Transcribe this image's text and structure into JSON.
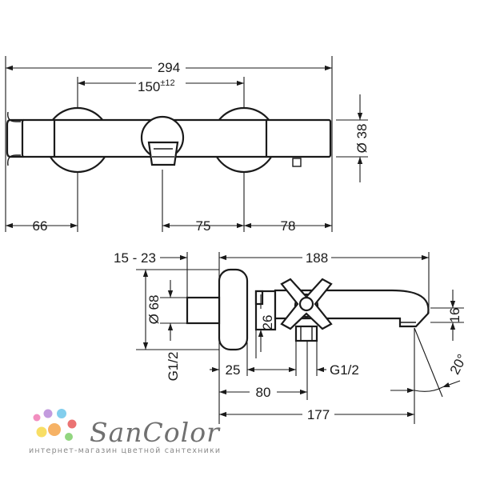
{
  "top_view": {
    "dims": {
      "overall": "294",
      "centers": "150",
      "centers_tolerance": "±12",
      "diameter": "Ø 38",
      "left_offset": "66",
      "mid_offset": "75",
      "right_offset": "78"
    }
  },
  "side_view": {
    "dims": {
      "wall_gap": "15 - 23",
      "depth": "188",
      "rosette_diameter": "Ø 68",
      "inlet_thread": "G1/2",
      "offset_25": "25",
      "height_26": "26",
      "outlet_thread": "G1/2",
      "spout_16": "16",
      "angle": "20°",
      "length_80": "80",
      "length_177": "177"
    }
  },
  "watermark": {
    "brand": "SanColor",
    "tagline": "интернет-магазин цветной сантехники",
    "dot_colors": [
      "#f07ab4",
      "#b88ad8",
      "#6cc6ea",
      "#f7d84a",
      "#f5a54a",
      "#e85a5a",
      "#7fcf6a"
    ]
  }
}
